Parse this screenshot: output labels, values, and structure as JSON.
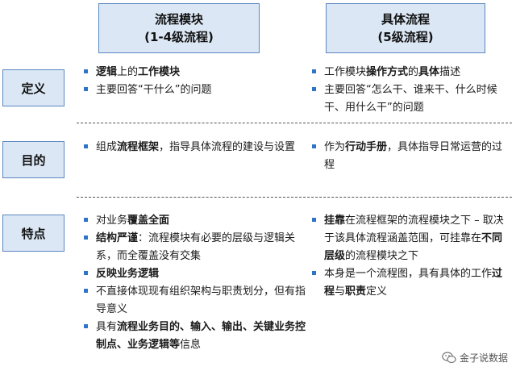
{
  "headers": {
    "left": {
      "line1": "流程模块",
      "line2": "(1-4级流程)"
    },
    "right": {
      "line1": "具体流程",
      "line2": "(5级流程)"
    }
  },
  "rows": [
    {
      "label": "定义",
      "left": [
        {
          "parts": [
            [
              "逻辑",
              true
            ],
            [
              "上的",
              false
            ],
            [
              "工作模块",
              true
            ]
          ]
        },
        {
          "parts": [
            [
              "主要回答“干什么”的问题",
              false
            ]
          ]
        }
      ],
      "right": [
        {
          "parts": [
            [
              "工作模块",
              false
            ],
            [
              "操作方式",
              true
            ],
            [
              "的",
              false
            ],
            [
              "具体",
              true
            ],
            [
              "描述",
              false
            ]
          ]
        },
        {
          "parts": [
            [
              "主要回答“怎么干、谁来干、什么时候干、用什么干”的问题",
              false
            ]
          ]
        }
      ]
    },
    {
      "label": "目的",
      "left": [
        {
          "parts": [
            [
              "组成",
              false
            ],
            [
              "流程框架",
              true
            ],
            [
              "，指导具体流程的建设与设置",
              false
            ]
          ]
        }
      ],
      "right": [
        {
          "parts": [
            [
              "作为",
              false
            ],
            [
              "行动手册",
              true
            ],
            [
              "，具体指导日常运营的过程",
              false
            ]
          ]
        }
      ]
    },
    {
      "label": "特点",
      "left": [
        {
          "parts": [
            [
              "对业务",
              false
            ],
            [
              "覆盖全面",
              true
            ]
          ]
        },
        {
          "parts": [
            [
              "结构严谨",
              true
            ],
            [
              "：流程模块有必要的层级与逻辑关系，而全覆盖没有交集",
              false
            ]
          ]
        },
        {
          "parts": [
            [
              "反映业务逻辑",
              true
            ]
          ]
        },
        {
          "parts": [
            [
              "不直接体现现有组织架构与职责划分，但有指导意义",
              false
            ]
          ]
        },
        {
          "parts": [
            [
              "具有",
              false
            ],
            [
              "流程业务目的、输入、输出、关键业务控制点、业务逻辑等",
              true
            ],
            [
              "信息",
              false
            ]
          ]
        }
      ],
      "right": [
        {
          "parts": [
            [
              "挂靠",
              true
            ],
            [
              "在流程框架的流程模块之下 – 取决于该具体流程涵盖范围，可挂靠在",
              false
            ],
            [
              "不同层级",
              true
            ],
            [
              "的流程模块之下",
              false
            ]
          ]
        },
        {
          "parts": [
            [
              "本身是一个流程图，具有具体的工作",
              false
            ],
            [
              "过程",
              true
            ],
            [
              "与",
              false
            ],
            [
              "职责",
              true
            ],
            [
              "定义",
              false
            ]
          ]
        }
      ]
    }
  ],
  "watermark": "金子说数据",
  "colors": {
    "header_fill": "#dbe7f5",
    "border": "#5b86c0",
    "bullet": "#2f74c8"
  }
}
